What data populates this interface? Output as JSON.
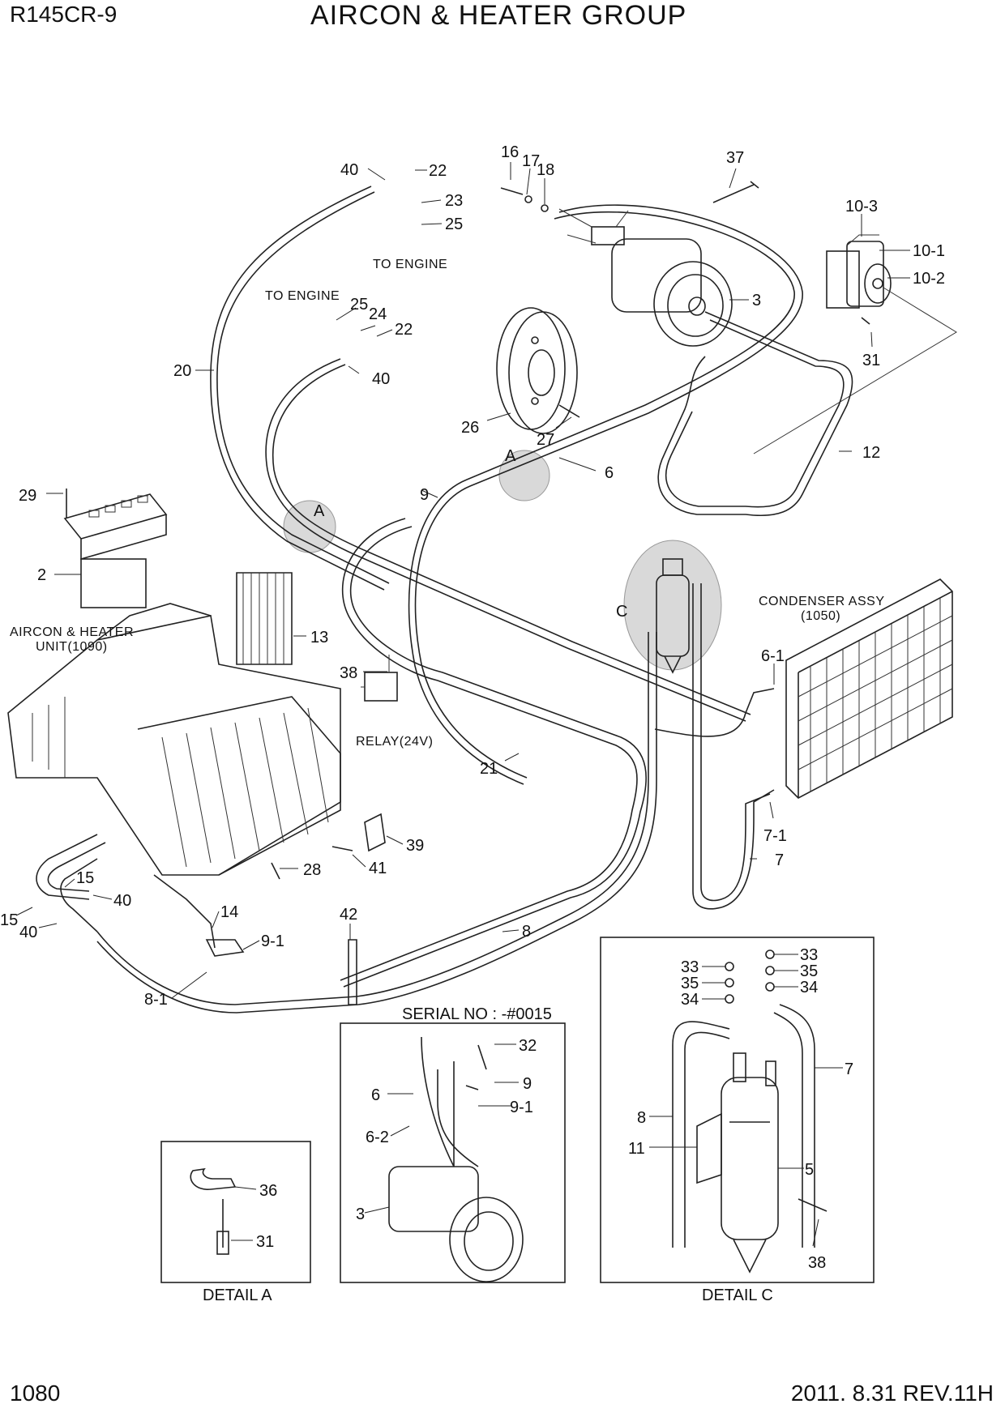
{
  "header": {
    "model": "R145CR-9",
    "title": "AIRCON & HEATER GROUP"
  },
  "footer": {
    "page_number": "1080",
    "revision": "2011. 8.31 REV.11H"
  },
  "captions": {
    "to_engine_top": "TO ENGINE",
    "to_engine_left": "TO ENGINE",
    "unit_line1": "AIRCON & HEATER",
    "unit_line2": "UNIT(1090)",
    "relay": "RELAY(24V)",
    "condenser_line1": "CONDENSER ASSY",
    "condenser_line2": "(1050)",
    "serial": "SERIAL NO : -#0015",
    "detail_a": "DETAIL A",
    "detail_c": "DETAIL C",
    "marker_a1": "A",
    "marker_a2": "A",
    "marker_c": "C"
  },
  "callouts": {
    "c40a": "40",
    "c22a": "22",
    "c23": "23",
    "c25a": "25",
    "c16": "16",
    "c17": "17",
    "c18": "18",
    "c37": "37",
    "c10_3": "10-3",
    "c10_1": "10-1",
    "c10_2": "10-2",
    "c3a": "3",
    "c31a": "31",
    "c25b": "25",
    "c24": "24",
    "c22b": "22",
    "c40b": "40",
    "c20": "20",
    "c26": "26",
    "c27": "27",
    "c6a": "6",
    "c12": "12",
    "c29": "29",
    "c9a": "9",
    "c2": "2",
    "c13": "13",
    "c38a": "38",
    "c6_1": "6-1",
    "c21": "21",
    "c39": "39",
    "c7_1": "7-1",
    "c7a": "7",
    "c41": "41",
    "c28": "28",
    "c15a": "15",
    "c40c": "40",
    "c15b": "15",
    "c40d": "40",
    "c14": "14",
    "c42": "42",
    "c8a": "8",
    "c9_1a": "9-1",
    "c8_1": "8-1",
    "c32": "32",
    "c6b": "6",
    "c9b": "9",
    "c9_1b": "9-1",
    "c6_2": "6-2",
    "c3b": "3",
    "c36": "36",
    "c31b": "31",
    "c33a": "33",
    "c35a": "35",
    "c34a": "34",
    "c33b": "33",
    "c35b": "35",
    "c34b": "34",
    "c7b": "7",
    "c8b": "8",
    "c11": "11",
    "c5": "5",
    "c38b": "38"
  }
}
